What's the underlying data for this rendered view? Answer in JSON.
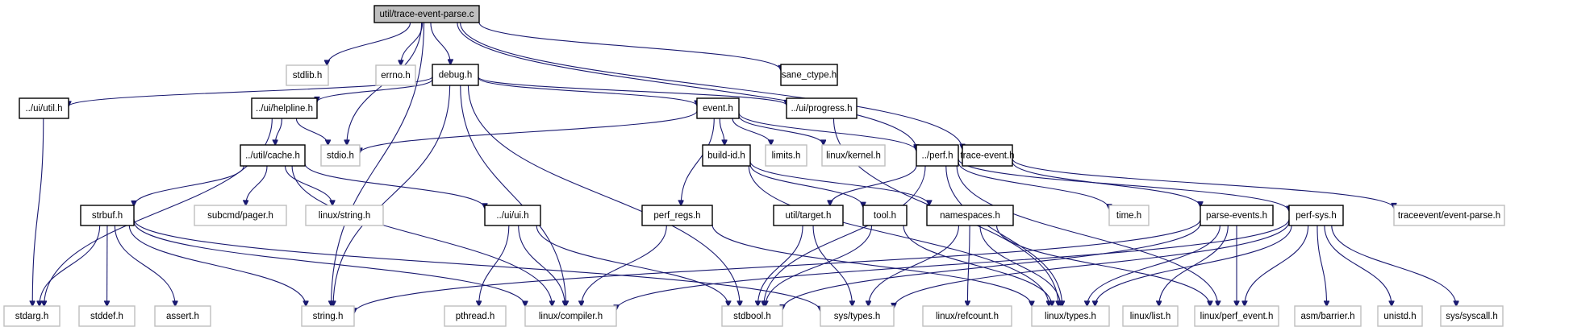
{
  "title": "util/trace-event-parse.c include dependency graph",
  "colors": {
    "edge": "#191970",
    "root_fill": "#bfbfbf",
    "internal_border": "#000000",
    "external_border": "#bfbfbf"
  },
  "nodes": [
    {
      "id": "root",
      "label": "util/trace-event-parse.c",
      "kind": "root"
    },
    {
      "id": "stdlib",
      "label": "stdlib.h",
      "kind": "external"
    },
    {
      "id": "errno",
      "label": "errno.h",
      "kind": "external"
    },
    {
      "id": "debug",
      "label": "debug.h",
      "kind": "internal"
    },
    {
      "id": "sane_ctype",
      "label": "sane_ctype.h",
      "kind": "internal"
    },
    {
      "id": "ui_util",
      "label": "../ui/util.h",
      "kind": "internal"
    },
    {
      "id": "ui_helpline",
      "label": "../ui/helpline.h",
      "kind": "internal"
    },
    {
      "id": "event",
      "label": "event.h",
      "kind": "internal"
    },
    {
      "id": "ui_progress",
      "label": "../ui/progress.h",
      "kind": "internal"
    },
    {
      "id": "util_cache",
      "label": "../util/cache.h",
      "kind": "internal"
    },
    {
      "id": "stdio",
      "label": "stdio.h",
      "kind": "external"
    },
    {
      "id": "build_id",
      "label": "build-id.h",
      "kind": "internal"
    },
    {
      "id": "limits",
      "label": "limits.h",
      "kind": "external"
    },
    {
      "id": "linux_kernel",
      "label": "linux/kernel.h",
      "kind": "external"
    },
    {
      "id": "perf",
      "label": "../perf.h",
      "kind": "internal"
    },
    {
      "id": "trace_event",
      "label": "trace-event.h",
      "kind": "internal"
    },
    {
      "id": "strbuf",
      "label": "strbuf.h",
      "kind": "internal"
    },
    {
      "id": "subcmd_pager",
      "label": "subcmd/pager.h",
      "kind": "external"
    },
    {
      "id": "linux_string",
      "label": "linux/string.h",
      "kind": "external"
    },
    {
      "id": "ui_ui",
      "label": "../ui/ui.h",
      "kind": "internal"
    },
    {
      "id": "perf_regs",
      "label": "perf_regs.h",
      "kind": "internal"
    },
    {
      "id": "util_target",
      "label": "util/target.h",
      "kind": "internal"
    },
    {
      "id": "tool",
      "label": "tool.h",
      "kind": "internal"
    },
    {
      "id": "namespaces",
      "label": "namespaces.h",
      "kind": "internal"
    },
    {
      "id": "time",
      "label": "time.h",
      "kind": "external"
    },
    {
      "id": "parse_events",
      "label": "parse-events.h",
      "kind": "internal"
    },
    {
      "id": "perf_sys",
      "label": "perf-sys.h",
      "kind": "internal"
    },
    {
      "id": "traceevent_event_parse",
      "label": "traceevent/event-parse.h",
      "kind": "external"
    },
    {
      "id": "stdarg",
      "label": "stdarg.h",
      "kind": "external"
    },
    {
      "id": "stddef",
      "label": "stddef.h",
      "kind": "external"
    },
    {
      "id": "assert",
      "label": "assert.h",
      "kind": "external"
    },
    {
      "id": "string",
      "label": "string.h",
      "kind": "external"
    },
    {
      "id": "pthread",
      "label": "pthread.h",
      "kind": "external"
    },
    {
      "id": "linux_compiler",
      "label": "linux/compiler.h",
      "kind": "external"
    },
    {
      "id": "stdbool",
      "label": "stdbool.h",
      "kind": "external"
    },
    {
      "id": "sys_types",
      "label": "sys/types.h",
      "kind": "external"
    },
    {
      "id": "linux_refcount",
      "label": "linux/refcount.h",
      "kind": "external"
    },
    {
      "id": "linux_types",
      "label": "linux/types.h",
      "kind": "external"
    },
    {
      "id": "linux_list",
      "label": "linux/list.h",
      "kind": "external"
    },
    {
      "id": "linux_perf_event",
      "label": "linux/perf_event.h",
      "kind": "external"
    },
    {
      "id": "asm_barrier",
      "label": "asm/barrier.h",
      "kind": "external"
    },
    {
      "id": "unistd",
      "label": "unistd.h",
      "kind": "external"
    },
    {
      "id": "sys_syscall",
      "label": "sys/syscall.h",
      "kind": "external"
    }
  ],
  "edges": [
    [
      "root",
      "stdlib"
    ],
    [
      "root",
      "errno"
    ],
    [
      "root",
      "debug"
    ],
    [
      "root",
      "sane_ctype"
    ],
    [
      "root",
      "string"
    ],
    [
      "root",
      "stdio"
    ],
    [
      "root",
      "perf"
    ],
    [
      "root",
      "trace_event"
    ],
    [
      "debug",
      "ui_util"
    ],
    [
      "debug",
      "ui_helpline"
    ],
    [
      "debug",
      "event"
    ],
    [
      "debug",
      "ui_progress"
    ],
    [
      "debug",
      "string"
    ],
    [
      "debug",
      "linux_compiler"
    ],
    [
      "debug",
      "stdbool"
    ],
    [
      "ui_util",
      "stdarg"
    ],
    [
      "ui_helpline",
      "stdio"
    ],
    [
      "ui_helpline",
      "util_cache"
    ],
    [
      "ui_helpline",
      "stdarg"
    ],
    [
      "util_cache",
      "strbuf"
    ],
    [
      "util_cache",
      "subcmd_pager"
    ],
    [
      "util_cache",
      "linux_string"
    ],
    [
      "util_cache",
      "ui_ui"
    ],
    [
      "util_cache",
      "linux_compiler"
    ],
    [
      "strbuf",
      "stdarg"
    ],
    [
      "strbuf",
      "stddef"
    ],
    [
      "strbuf",
      "assert"
    ],
    [
      "strbuf",
      "string"
    ],
    [
      "strbuf",
      "linux_compiler"
    ],
    [
      "strbuf",
      "sys_types"
    ],
    [
      "ui_ui",
      "pthread"
    ],
    [
      "ui_ui",
      "linux_compiler"
    ],
    [
      "ui_ui",
      "stdbool"
    ],
    [
      "event",
      "stdio"
    ],
    [
      "event",
      "build_id"
    ],
    [
      "event",
      "limits"
    ],
    [
      "event",
      "linux_kernel"
    ],
    [
      "event",
      "perf"
    ],
    [
      "event",
      "perf_regs"
    ],
    [
      "ui_progress",
      "linux_types"
    ],
    [
      "perf_regs",
      "linux_compiler"
    ],
    [
      "perf_regs",
      "linux_types"
    ],
    [
      "build_id",
      "tool"
    ],
    [
      "build_id",
      "namespaces"
    ],
    [
      "build_id",
      "linux_types"
    ],
    [
      "perf",
      "time"
    ],
    [
      "perf",
      "linux_types"
    ],
    [
      "perf",
      "stdbool"
    ],
    [
      "perf",
      "util_target"
    ],
    [
      "perf",
      "perf_sys"
    ],
    [
      "perf",
      "linux_perf_event"
    ],
    [
      "util_target",
      "stdbool"
    ],
    [
      "util_target",
      "sys_types"
    ],
    [
      "tool",
      "stdbool"
    ],
    [
      "tool",
      "linux_types"
    ],
    [
      "namespaces",
      "sys_types"
    ],
    [
      "namespaces",
      "linux_refcount"
    ],
    [
      "namespaces",
      "linux_types"
    ],
    [
      "namespaces",
      "linux_perf_event"
    ],
    [
      "trace_event",
      "parse_events"
    ],
    [
      "trace_event",
      "traceevent_event_parse"
    ],
    [
      "parse_events",
      "string"
    ],
    [
      "parse_events",
      "stdbool"
    ],
    [
      "parse_events",
      "linux_list"
    ],
    [
      "parse_events",
      "linux_types"
    ],
    [
      "parse_events",
      "linux_perf_event"
    ],
    [
      "perf_sys",
      "linux_compiler"
    ],
    [
      "perf_sys",
      "sys_types"
    ],
    [
      "perf_sys",
      "linux_types"
    ],
    [
      "perf_sys",
      "linux_perf_event"
    ],
    [
      "perf_sys",
      "asm_barrier"
    ],
    [
      "perf_sys",
      "unistd"
    ],
    [
      "perf_sys",
      "sys_syscall"
    ]
  ]
}
